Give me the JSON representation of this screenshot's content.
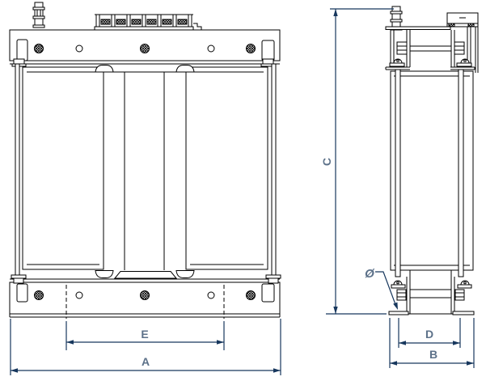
{
  "drawing": {
    "type": "transformer-dimension-drawing",
    "dimensions": {
      "A": "A",
      "B": "B",
      "C": "C",
      "D": "D",
      "E": "E",
      "diameter": "Ø"
    },
    "colors": {
      "drawing_line": "#000000",
      "dimension_line": "#17375d",
      "dimension_text": "#5c7189",
      "background": "#ffffff"
    }
  }
}
